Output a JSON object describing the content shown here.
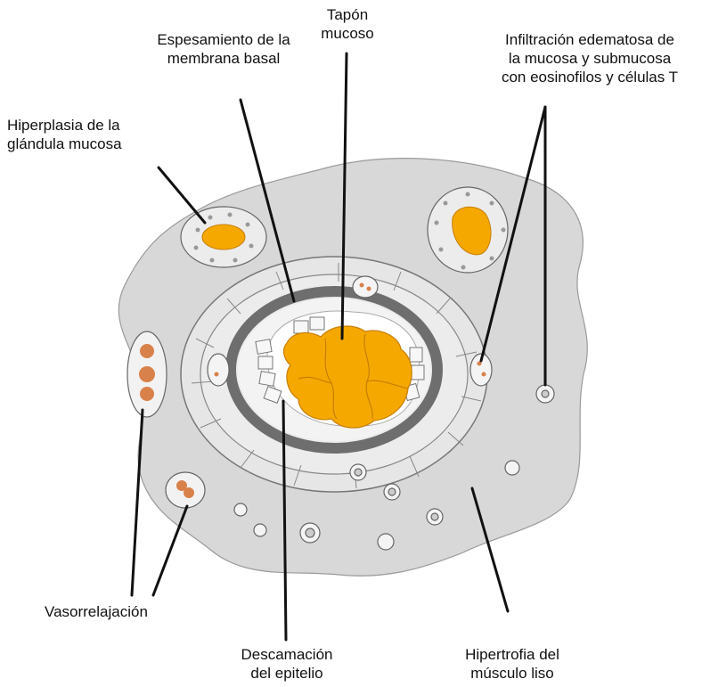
{
  "labels": {
    "tapon": [
      "Tapón",
      "mucoso"
    ],
    "espesamiento": [
      "Espesamiento de la",
      "membrana basal"
    ],
    "infiltracion": [
      "Infiltración edematosa de",
      "la mucosa y submucosa",
      "con eosinofilos y células T"
    ],
    "hiperplasia": [
      "Hiperplasia de la",
      "glándula mucosa"
    ],
    "vasorrelajacion": [
      "Vasorrelajación"
    ],
    "descamacion": [
      "Descamación",
      "del epitelio"
    ],
    "hipertrofia": [
      "Hipertrofia del",
      "músculo liso"
    ]
  },
  "colors": {
    "tissue": "#d8d8d8",
    "muscle_layer": "#e6e6e6",
    "basement_membrane": "#6e6e6e",
    "lumen": "#ffffff",
    "mucus": "#f5a800",
    "vessel_cells": "#d9814a",
    "outline": "#555555"
  }
}
